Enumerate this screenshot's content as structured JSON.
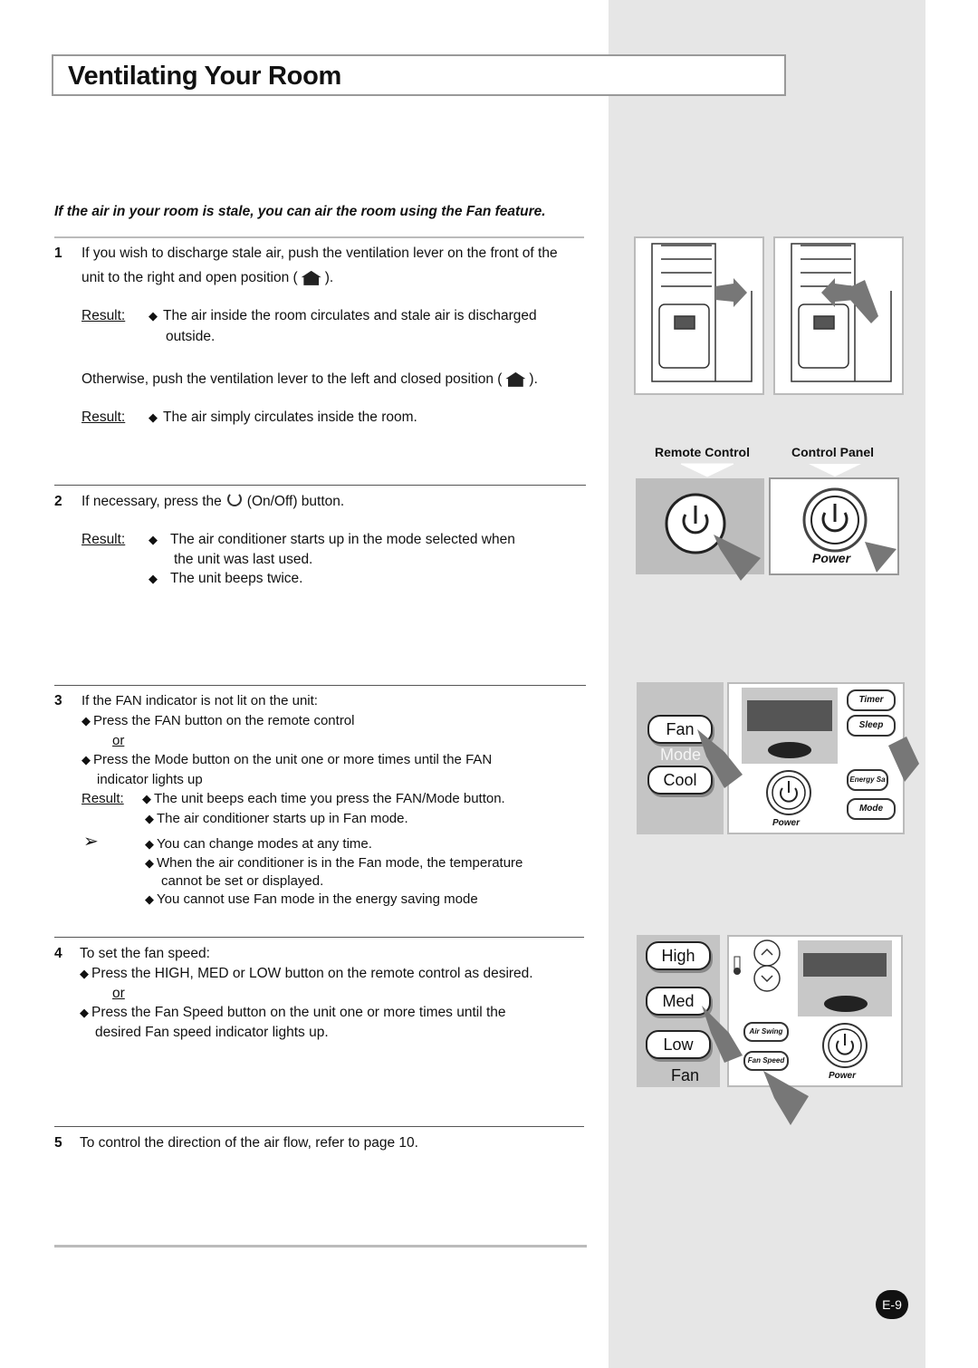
{
  "page": {
    "title": "Ventilating Your Room",
    "intro": "If the air in your room is stale, you can air the room using the Fan feature.",
    "page_number": "E-9"
  },
  "steps": {
    "s1": {
      "num": "1",
      "line1": "If you wish to discharge stale air, push the ventilation lever on the front of the",
      "line2a": "unit to the right and open position (",
      "line2b": ").",
      "result_label": "Result:",
      "result1a": "The air inside the room circulates and stale air is discharged",
      "result1b": "outside.",
      "otherwise_a": "Otherwise, push the ventilation lever to the left and closed position (",
      "otherwise_b": ").",
      "result2": "The air simply circulates inside the room."
    },
    "s2": {
      "num": "2",
      "line_a": "If necessary, press the",
      "line_b": "(On/Off) button.",
      "result_label": "Result:",
      "r1a": "The air conditioner starts up in the mode selected when",
      "r1b": "the unit was last used.",
      "r2": "The unit beeps twice."
    },
    "s3": {
      "num": "3",
      "line": "If the FAN indicator is not lit on the unit:",
      "b1": "Press the FAN button on the remote control",
      "or": "or",
      "b2a": "Press the Mode button on the unit one or more times until the FAN",
      "b2b": "indicator lights up",
      "result_label": "Result:",
      "r1": "The unit beeps each time you press the FAN/Mode button.",
      "r2": "The air conditioner starts up in Fan mode.",
      "n1": "You can change modes at any time.",
      "n2a": "When the air conditioner is in the Fan mode, the temperature",
      "n2b": "cannot be set or displayed.",
      "n3": "You cannot use Fan mode in the energy saving mode"
    },
    "s4": {
      "num": "4",
      "line": "To set the fan speed:",
      "b1": "Press the HIGH, MED or LOW button on the remote control as desired.",
      "or": "or",
      "b2a": "Press the Fan Speed button on the unit one or more times until the",
      "b2b": "desired Fan speed indicator lights up."
    },
    "s5": {
      "num": "5",
      "line": "To control the direction of the air flow, refer to page 10."
    }
  },
  "figures": {
    "remote_label": "Remote Control",
    "panel_label": "Control Panel",
    "power_label": "Power",
    "fan": "Fan",
    "mode": "Mode",
    "cool": "Cool",
    "timer": "Timer",
    "sleep": "Sleep",
    "energy": "Energy Sa",
    "mode_btn": "Mode",
    "high": "High",
    "med": "Med",
    "low": "Low",
    "fan_label": "Fan",
    "air_swing": "Air Swing",
    "fan_speed": "Fan Speed"
  }
}
